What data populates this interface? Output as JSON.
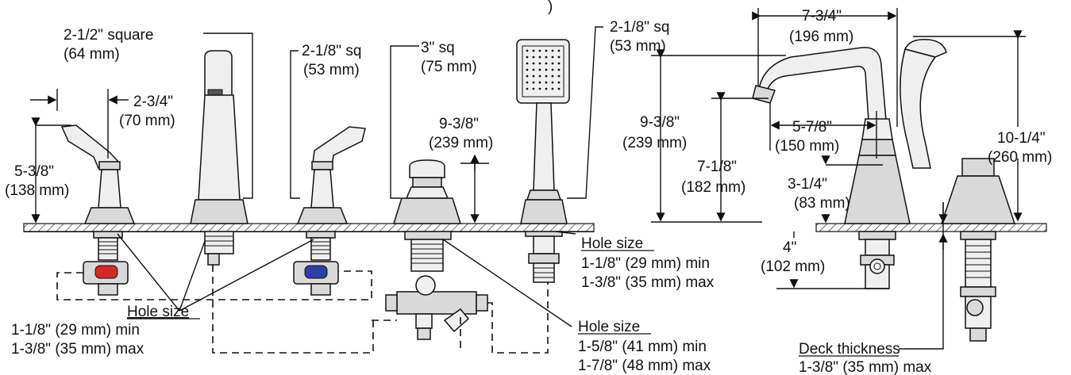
{
  "labels": {
    "top_partial": ")",
    "valve_square_a": "2-1/2\" square",
    "valve_square_a_mm": "(64 mm)",
    "valve_offset": "2-3/4\"",
    "valve_offset_mm": "(70 mm)",
    "valve_height": "5-3/8\"",
    "valve_height_mm": "(138 mm)",
    "handle_sq": "2-1/8\" sq",
    "handle_sq_mm": "(53 mm)",
    "diverter_sq": "3\" sq",
    "diverter_sq_mm": "(75 mm)",
    "diverter_height": "9-3/8\"",
    "diverter_height_mm": "(239 mm)",
    "shower_sq": "2-1/8\" sq",
    "shower_sq_mm": "(53 mm)",
    "hole_size_a_title": "Hole size",
    "hole_size_a_min": "1-1/8\" (29 mm) min",
    "hole_size_a_max": "1-3/8\" (35 mm) max",
    "hole_size_b_title": "Hole size",
    "hole_size_b_min": "1-1/8\" (29 mm) min",
    "hole_size_b_max": "1-3/8\" (35 mm) max",
    "hole_size_c_title": "Hole size",
    "hole_size_c_min": "1-5/8\" (41 mm) min",
    "hole_size_c_max": "1-7/8\" (48 mm) max",
    "spout_width": "7-3/4\"",
    "spout_width_mm": "(196 mm)",
    "spout_height": "9-3/8\"",
    "spout_height_mm": "(239 mm)",
    "spout_clearance": "7-1/8\"",
    "spout_clearance_mm": "(182 mm)",
    "spout_reach": "5-7/8\"",
    "spout_reach_mm": "(150 mm)",
    "spout_base": "3-1/4\"",
    "spout_base_mm": "(83 mm)",
    "below_deck": "4\"",
    "below_deck_mm": "(102 mm)",
    "shower_height": "10-1/4\"",
    "shower_height_mm": "(260 mm)",
    "deck_thickness_title": "Deck thickness",
    "deck_thickness_max": "1-3/8\" (35 mm) max"
  },
  "colors": {
    "hot": "#d42a25",
    "cold": "#2f3fa8"
  }
}
